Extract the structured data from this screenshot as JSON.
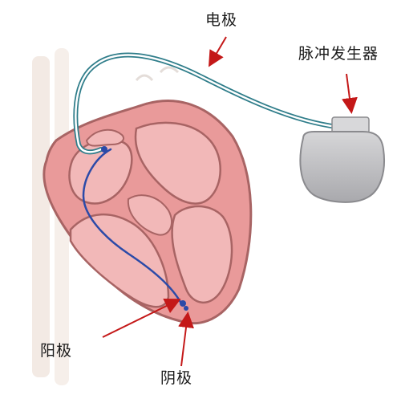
{
  "labels": {
    "electrode": "电极",
    "pulse_generator": "脉冲发生器",
    "anode": "阳极",
    "cathode": "阴极"
  },
  "colors": {
    "heart_outer": "#e99a9a",
    "heart_inner": "#f2b8b8",
    "heart_outline": "#a86464",
    "lead_wire": "#2b4aa8",
    "lead_outer": "#2f7d8a",
    "generator_body": "#bfbfc2",
    "arrow": "#c41818",
    "spine": "#e7d7cc"
  },
  "icons": [
    "heart-illustration",
    "pacing-lead",
    "pulse-generator-device",
    "arrow"
  ]
}
